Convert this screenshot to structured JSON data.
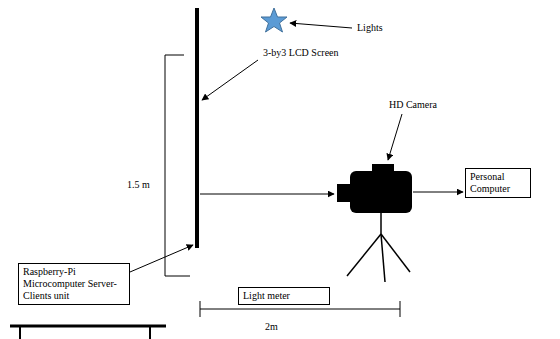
{
  "diagram": {
    "nodes": [
      {
        "text": [
          "Personal Computer"
        ]
      },
      {
        "text": [
          "Raspberry-Pi Microcomputer Server- Clients unit"
        ]
      },
      {
        "text": [
          "Light meter"
        ]
      }
    ],
    "labels": [
      "Lights",
      "3-by3 LCD Screen",
      "HD Camera",
      "1.5 m",
      "2m"
    ]
  }
}
